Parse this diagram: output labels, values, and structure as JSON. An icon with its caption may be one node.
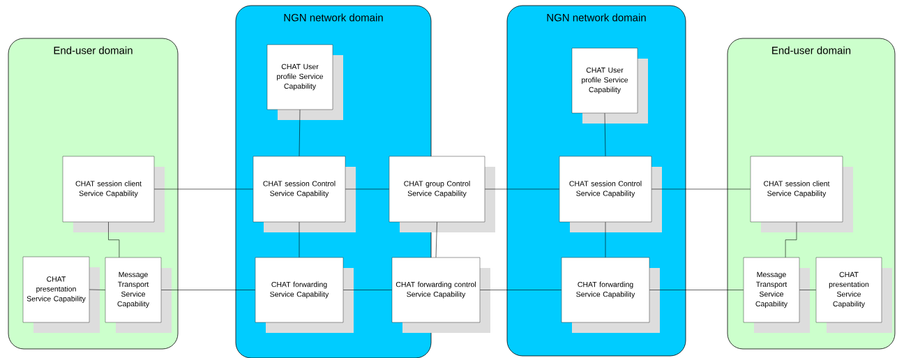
{
  "diagram": {
    "nodes": [
      {
        "text": [
          "End-user domain"
        ]
      },
      {
        "text": [
          "NGN network domain"
        ]
      },
      {
        "text": [
          "NGN network domain"
        ]
      },
      {
        "text": [
          "End-user domain"
        ]
      },
      {
        "text": [
          "CHAT session client Service Capability"
        ],
        "in": 0
      },
      {
        "text": [
          "CHAT presentation Service Capability"
        ],
        "in": 0
      },
      {
        "text": [
          "Message Transport Service Capability"
        ],
        "in": 0
      },
      {
        "text": [
          "CHAT User profile Service Capability"
        ],
        "in": 1
      },
      {
        "text": [
          "CHAT session Control Service Capability"
        ],
        "in": 1
      },
      {
        "text": [
          "CHAT forwarding Service Capability"
        ],
        "in": 1
      },
      {
        "text": [
          "CHAT group Control Service Capability"
        ]
      },
      {
        "text": [
          "CHAT forwarding control Service Capability"
        ]
      },
      {
        "text": [
          "CHAT User profile Service Capability"
        ],
        "in": 2
      },
      {
        "text": [
          "CHAT session Control Service Capability"
        ],
        "in": 2
      },
      {
        "text": [
          "CHAT forwarding Service Capability"
        ],
        "in": 2
      },
      {
        "text": [
          "CHAT session client Service Capability"
        ],
        "in": 3
      },
      {
        "text": [
          "Message Transport Service Capability"
        ],
        "in": 3
      },
      {
        "text": [
          "CHAT presentation Service Capability"
        ],
        "in": 3
      }
    ],
    "edges": [
      {
        "from": 4,
        "to": 8,
        "arrow": "none"
      },
      {
        "from": 8,
        "to": 10,
        "arrow": "none"
      },
      {
        "from": 10,
        "to": 13,
        "arrow": "none"
      },
      {
        "from": 13,
        "to": 15,
        "arrow": "none"
      },
      {
        "from": 4,
        "to": 6,
        "arrow": "none"
      },
      {
        "from": 5,
        "to": 6,
        "arrow": "none"
      },
      {
        "from": 6,
        "to": 9,
        "arrow": "none"
      },
      {
        "from": 9,
        "to": 11,
        "arrow": "none"
      },
      {
        "from": 11,
        "to": 14,
        "arrow": "none"
      },
      {
        "from": 14,
        "to": 16,
        "arrow": "none"
      },
      {
        "from": 16,
        "to": 17,
        "arrow": "none"
      },
      {
        "from": 7,
        "to": 8,
        "arrow": "none"
      },
      {
        "from": 8,
        "to": 9,
        "arrow": "none"
      },
      {
        "from": 10,
        "to": 11,
        "arrow": "none"
      },
      {
        "from": 12,
        "to": 13,
        "arrow": "none"
      },
      {
        "from": 13,
        "to": 14,
        "arrow": "none"
      },
      {
        "from": 15,
        "to": 16,
        "arrow": "none"
      }
    ]
  }
}
